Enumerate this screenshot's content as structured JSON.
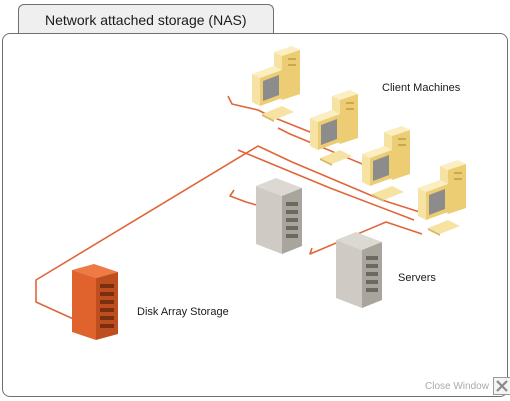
{
  "window": {
    "title": "Network attached storage (NAS)"
  },
  "diagram": {
    "client_machines_label": "Client Machines",
    "servers_label": "Servers",
    "disk_array_label": "Disk Array Storage",
    "cable_color": "#e0663a",
    "client_color": "#f3dc97",
    "server_color": "#c8c4bd",
    "storage_color": "#e0622d"
  },
  "controls": {
    "close_label": "Close Window"
  }
}
